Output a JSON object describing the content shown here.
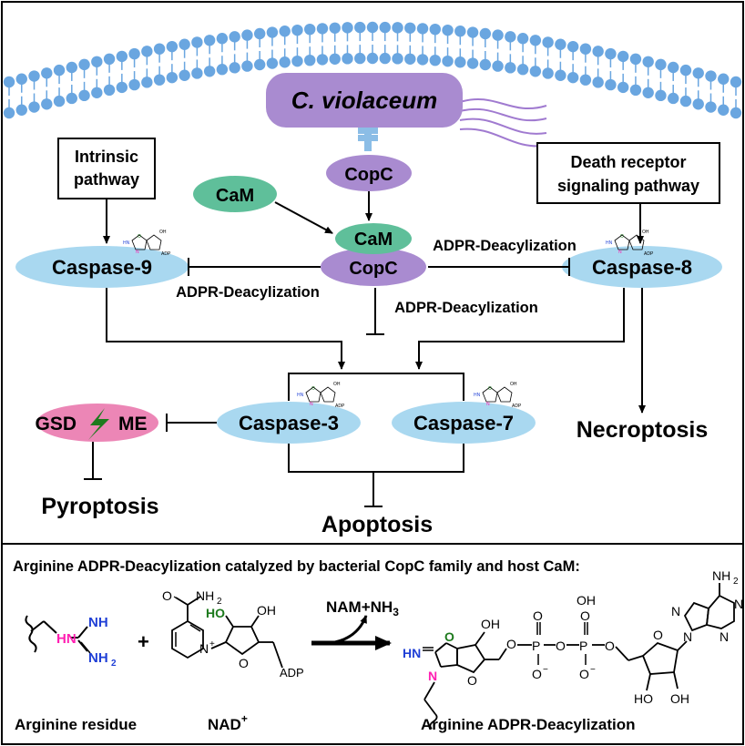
{
  "bacterium": "C. violaceum",
  "proteins": {
    "copc_top": "CopC",
    "cam_free": "CaM",
    "cam_complex": "CaM",
    "copc_complex": "CopC",
    "casp9": "Caspase-9",
    "casp8": "Caspase-8",
    "casp3": "Caspase-3",
    "casp7": "Caspase-7",
    "gsdme_left": "GSD",
    "gsdme_right": "ME"
  },
  "boxes": {
    "intrinsic": [
      "Intrinsic",
      "pathway"
    ],
    "death_receptor": [
      "Death receptor",
      "signaling pathway"
    ]
  },
  "reaction_labels": {
    "right": "ADPR-Deacylization",
    "left": "ADPR-Deacylization",
    "down": "ADPR-Deacylization"
  },
  "outcomes": {
    "necroptosis": "Necroptosis",
    "pyroptosis": "Pyroptosis",
    "apoptosis": "Apoptosis"
  },
  "bottom_panel": {
    "title": "Arginine ADPR-Deacylization catalyzed by bacterial CopC family and host CaM:",
    "byproduct_main": "NAM+NH",
    "byproduct_sub": "3",
    "plus": "+",
    "label_arginine": "Arginine residue",
    "label_nad": "NAD",
    "label_nad_sup": "+",
    "label_product": "Arginine ADPR-Deacylization"
  },
  "colors": {
    "membrane": "#6aa6e0",
    "bacterium": "#a98bd0",
    "copc": "#a98bd0",
    "cam": "#5fbf9a",
    "caspase": "#a9d8f0",
    "gsdme": "#ec86b6",
    "lightning": "#1e7a1e",
    "chem_blue": "#1f3fd6",
    "chem_pink": "#ff1fb2",
    "chem_green": "#1d7a1d"
  }
}
